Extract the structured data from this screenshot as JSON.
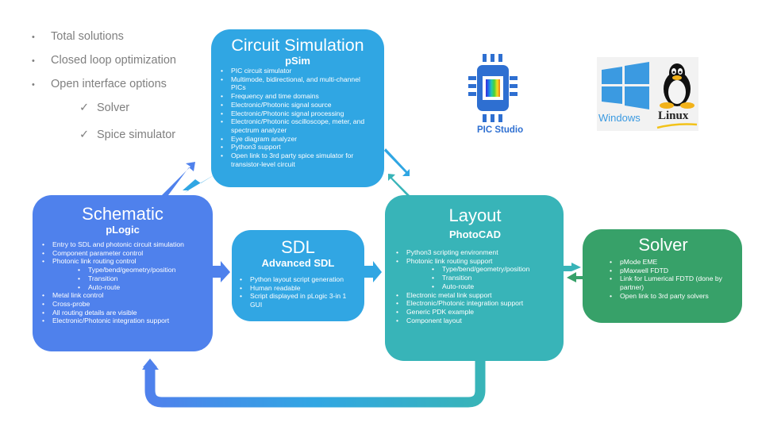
{
  "intro": {
    "bullets": [
      "Total solutions",
      "Closed loop optimization",
      "Open interface options"
    ],
    "checks": [
      "Solver",
      "Spice simulator"
    ],
    "bullet_glyph": "•",
    "check_glyph": "✓"
  },
  "logos": {
    "pic_studio": {
      "label": "PIC Studio",
      "icon": "chip-icon",
      "color": "#2e6fd1"
    },
    "windows": {
      "label": "Windows",
      "icon": "windows-icon",
      "color": "#3b9ae1"
    },
    "linux": {
      "label": "Linux",
      "icon": "tux-penguin-icon"
    }
  },
  "boxes": {
    "circuit": {
      "title": "Circuit Simulation",
      "subtitle": "pSim",
      "color": "#30a6e3",
      "items": [
        {
          "text": "PIC circuit simulator",
          "level": 1
        },
        {
          "text": "Multimode, bidirectional, and multi-channel PICs",
          "level": 1
        },
        {
          "text": "Frequency and time domains",
          "level": 1
        },
        {
          "text": "Electronic/Photonic signal source",
          "level": 1
        },
        {
          "text": "Electronic/Photonic signal processing",
          "level": 1
        },
        {
          "text": "Electronic/Photonic oscilloscope, meter, and spectrum analyzer",
          "level": 1
        },
        {
          "text": "Eye diagram analyzer",
          "level": 1
        },
        {
          "text": "Python3 support",
          "level": 1
        },
        {
          "text": "Open link to 3rd party spice simulator for transistor-level circuit",
          "level": 1
        }
      ]
    },
    "schematic": {
      "title": "Schematic",
      "subtitle": "pLogic",
      "color": "#4f81ec",
      "items": [
        {
          "text": "Entry to SDL and photonic circuit simulation",
          "level": 1
        },
        {
          "text": "Component parameter control",
          "level": 1
        },
        {
          "text": "Photonic link routing control",
          "level": 1
        },
        {
          "text": "Type/bend/geometry/position",
          "level": 2
        },
        {
          "text": "Transition",
          "level": 2
        },
        {
          "text": "Auto-route",
          "level": 2
        },
        {
          "text": "Metal link control",
          "level": 1
        },
        {
          "text": "Cross-probe",
          "level": 1
        },
        {
          "text": "All routing details are visible",
          "level": 1
        },
        {
          "text": "Electronic/Photonic integration support",
          "level": 1
        }
      ]
    },
    "sdl": {
      "title": "SDL",
      "subtitle": "Advanced SDL",
      "color": "#31a6e3",
      "items": [
        {
          "text": "Python layout script generation",
          "level": 1
        },
        {
          "text": "Human readable",
          "level": 1
        },
        {
          "text": "Script displayed in pLogic 3-in 1 GUI",
          "level": 1
        }
      ]
    },
    "layout": {
      "title": "Layout",
      "subtitle": "PhotoCAD",
      "color": "#38b4b8",
      "items": [
        {
          "text": "Python3 scripting environment",
          "level": 1
        },
        {
          "text": "Photonic link routing support",
          "level": 1
        },
        {
          "text": "Type/bend/geometry/position",
          "level": 2
        },
        {
          "text": "Transition",
          "level": 2
        },
        {
          "text": "Auto-route",
          "level": 2
        },
        {
          "text": "Electronic metal link support",
          "level": 1
        },
        {
          "text": "Electronic/Photonic integration support",
          "level": 1
        },
        {
          "text": "Generic PDK example",
          "level": 1
        },
        {
          "text": "Component layout",
          "level": 1
        }
      ]
    },
    "solver": {
      "title": "Solver",
      "subtitle": "",
      "color": "#37a169",
      "items": [
        {
          "text": "pMode EME",
          "level": 1
        },
        {
          "text": "pMaxwell FDTD",
          "level": 1
        },
        {
          "text": "Link for Lumerical FDTD (done by partner)",
          "level": 1
        },
        {
          "text": "Open link to 3rd party solvers",
          "level": 1
        }
      ]
    }
  },
  "flows": [
    {
      "from": "schematic",
      "to": "circuit",
      "direction": "bidirectional"
    },
    {
      "from": "circuit",
      "to": "layout",
      "direction": "bidirectional"
    },
    {
      "from": "schematic",
      "to": "sdl",
      "direction": "forward"
    },
    {
      "from": "sdl",
      "to": "layout",
      "direction": "forward"
    },
    {
      "from": "layout",
      "to": "solver",
      "direction": "bidirectional"
    },
    {
      "from": "layout",
      "to": "schematic",
      "direction": "forward"
    }
  ]
}
